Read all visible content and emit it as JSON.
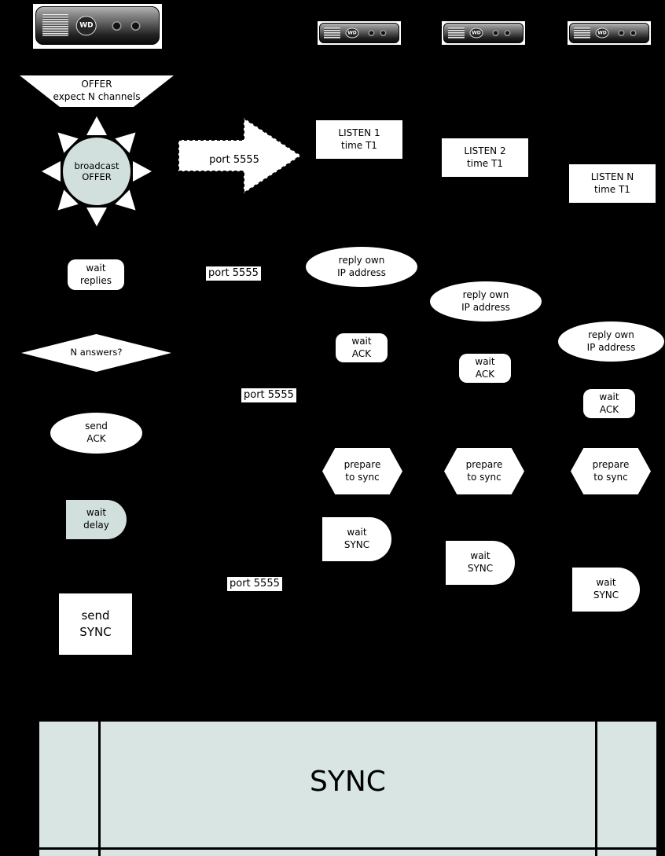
{
  "colors": {
    "background": "#000000",
    "shape_fill": "#ffffff",
    "accent_fill": "#d2e0dd",
    "sync_band_fill": "#d8e5e2",
    "text": "#000000"
  },
  "devices": [
    {
      "id": "master",
      "logo": "WD"
    },
    {
      "id": "slave-1",
      "logo": "WD"
    },
    {
      "id": "slave-2",
      "logo": "WD"
    },
    {
      "id": "slave-n",
      "logo": "WD"
    }
  ],
  "master_flow": {
    "offer": {
      "line1": "OFFER",
      "line2": "expect N channels"
    },
    "broadcast_offer": {
      "line1": "broadcast",
      "line2": "OFFER"
    },
    "broadcast_arrow_label": "port 5555",
    "wait_replies": {
      "line1": "wait",
      "line2": "replies"
    },
    "n_answers": "N answers?",
    "send_ack": {
      "line1": "send",
      "line2": "ACK"
    },
    "wait_delay": {
      "line1": "wait",
      "line2": "delay"
    },
    "send_sync": {
      "line1": "send",
      "line2": "SYNC"
    }
  },
  "port_labels": {
    "reply_phase": "port 5555",
    "ack_phase": "port 5555",
    "sync_phase": "port 5555"
  },
  "slaves": [
    {
      "listen": {
        "line1": "LISTEN 1",
        "line2": "time T1"
      },
      "reply": {
        "line1": "reply own",
        "line2": "IP address"
      },
      "wait_ack": {
        "line1": "wait",
        "line2": "ACK"
      },
      "prepare": {
        "line1": "prepare",
        "line2": "to sync"
      },
      "wait_sync": {
        "line1": "wait",
        "line2": "SYNC"
      }
    },
    {
      "listen": {
        "line1": "LISTEN 2",
        "line2": "time T1"
      },
      "reply": {
        "line1": "reply own",
        "line2": "IP address"
      },
      "wait_ack": {
        "line1": "wait",
        "line2": "ACK"
      },
      "prepare": {
        "line1": "prepare",
        "line2": "to sync"
      },
      "wait_sync": {
        "line1": "wait",
        "line2": "SYNC"
      }
    },
    {
      "listen": {
        "line1": "LISTEN N",
        "line2": "time T1"
      },
      "reply": {
        "line1": "reply own",
        "line2": "IP address"
      },
      "wait_ack": {
        "line1": "wait",
        "line2": "ACK"
      },
      "prepare": {
        "line1": "prepare",
        "line2": "to sync"
      },
      "wait_sync": {
        "line1": "wait",
        "line2": "SYNC"
      }
    }
  ],
  "sync_band": {
    "label": "SYNC"
  }
}
